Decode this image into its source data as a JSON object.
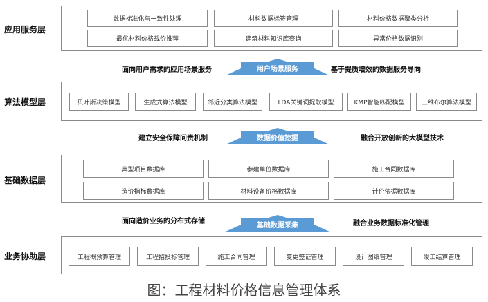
{
  "layers": {
    "application": {
      "label": "应用服务层",
      "items": [
        "数据标准化与一致性处理",
        "材料数据标签管理",
        "材料价格数据聚类分析",
        "最优材料价格载价推荐",
        "建筑材料知识库查询",
        "异常价格数据识别"
      ]
    },
    "algorithm": {
      "label": "算法模型层",
      "items": [
        "贝叶斯决策模型",
        "生成式算法模型",
        "邻近分类算法模型",
        "LDA关键词提取模型",
        "KMP智能匹配模型",
        "三维布尔算法模型"
      ]
    },
    "data": {
      "label": "基础数据层",
      "items": [
        "典型项目数据库",
        "参建单位数据库",
        "施工合同数据库",
        "造价指标数据库",
        "材料设备价格数据库",
        "计价依据数据库"
      ]
    },
    "business": {
      "label": "业务协助层",
      "items": [
        "工程概预算管理",
        "工程招投标管理",
        "施工合同管理",
        "变更签证管理",
        "设计图纸管理",
        "竣工结算管理"
      ]
    }
  },
  "connectors": {
    "top": {
      "left": "面向用户需求的应用场景服务",
      "center": "用户场景服务",
      "right": "基于提质增效的数据服务导向"
    },
    "middle": {
      "left": "建立安全保障问责机制",
      "center": "数据价值挖掘",
      "right": "融合开放创新的大模型技术"
    },
    "bottom": {
      "left": "面向造价业务的分布式存储",
      "center": "基础数据采集",
      "right": "融合业务数据标准化管理"
    }
  },
  "caption": "图：工程材料价格信息管理体系",
  "colors": {
    "arrow_fill": "#5b9bd5",
    "arrow_text": "#ffffff",
    "border": "#8a8a8a"
  }
}
